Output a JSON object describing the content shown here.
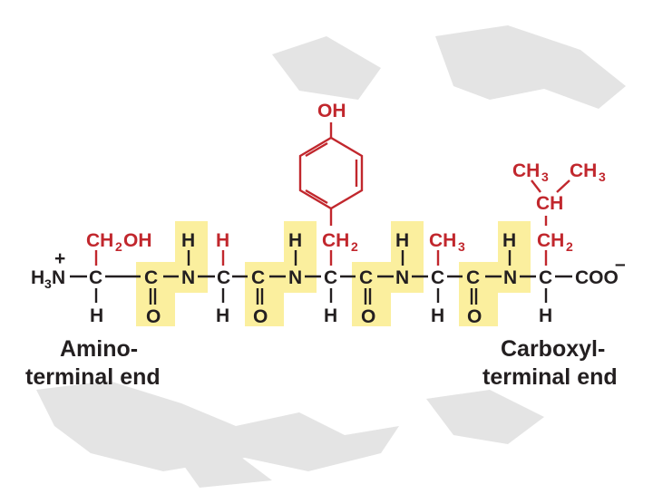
{
  "colors": {
    "backbone": "#231f20",
    "side_chain": "#c1272d",
    "peptide_highlight": "#fbef9e",
    "watermark": "#e4e4e4"
  },
  "labels": {
    "amino": [
      "Amino-",
      "terminal end"
    ],
    "carboxyl": [
      "Carboxyl-",
      "terminal end"
    ]
  },
  "atoms": {
    "n_terminus": "H3N",
    "plus": "+",
    "carbon": "C",
    "nitrogen": "N",
    "oxygen": "O",
    "hydrogen": "H",
    "coo": "COO",
    "minus": "–"
  },
  "side_chains": {
    "serine": "CH2OH",
    "tyrosine_ch2": "CH2",
    "tyrosine_oh": "OH",
    "alanine": "CH3",
    "leucine_ch2": "CH2",
    "leucine_ch": "CH",
    "leucine_ch3_left": "CH3",
    "leucine_ch3_right": "CH3"
  }
}
